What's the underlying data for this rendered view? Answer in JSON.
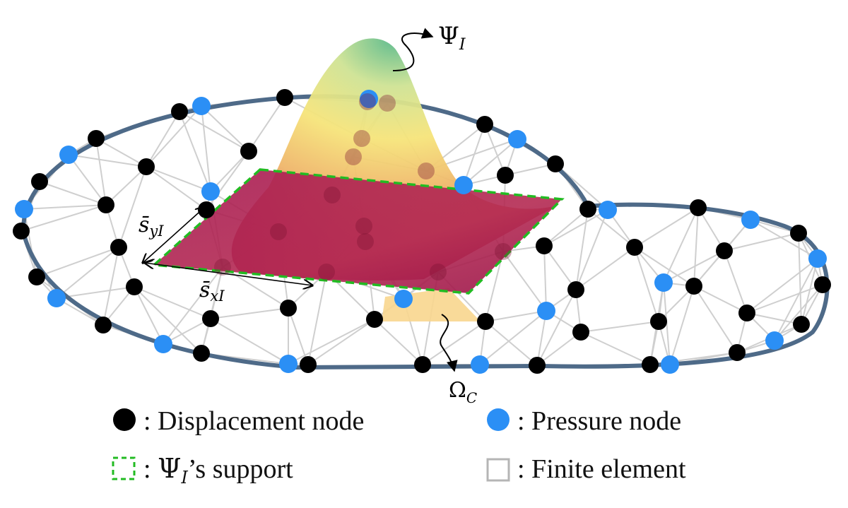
{
  "annotations": {
    "psi_label": "Ψ",
    "psi_sub": "I",
    "omega_label": "Ω",
    "omega_sub": "C",
    "sy_label": "s̄",
    "sy_sub": "yI",
    "sx_label": "s̄",
    "sx_sub": "xI"
  },
  "legend": {
    "displacement": ": Displacement node",
    "pressure": ": Pressure node",
    "support_prefix": ": ",
    "support_psi": "Ψ",
    "support_sub": "I",
    "support_suffix": "’s support",
    "finite_element": ": Finite element"
  },
  "colors": {
    "displacement_node": "#000000",
    "pressure_node": "#2b8ff5",
    "support_outline": "#22bb22",
    "boundary": "#4e6a88",
    "mesh_line": "#cfcfcf",
    "gaussian_top": "#5fbf8f",
    "gaussian_mid": "#f2e37a",
    "gaussian_base": "#a3164e",
    "omega_c": "#f8d68e"
  }
}
